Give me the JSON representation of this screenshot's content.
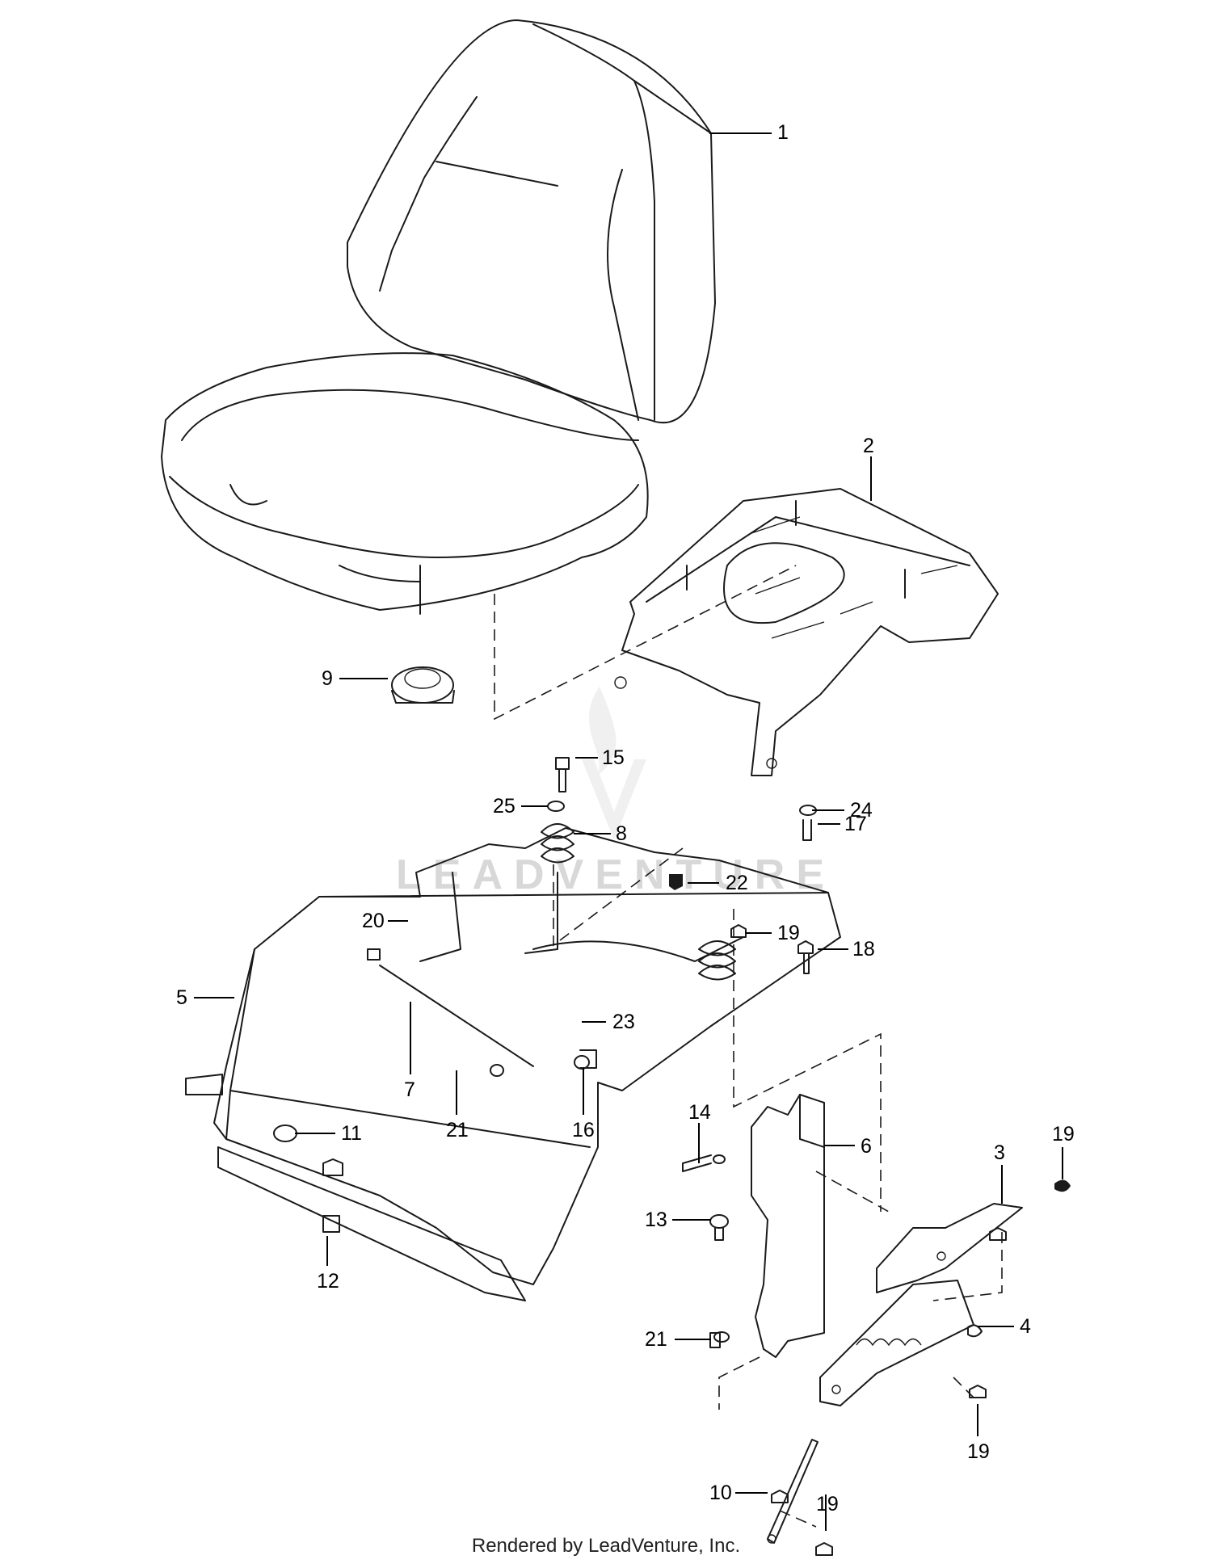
{
  "diagram": {
    "watermark": "LEADVENTURE",
    "footer": "Rendered by LeadVenture, Inc.",
    "callouts": [
      {
        "id": "c1",
        "label": "1"
      },
      {
        "id": "c2",
        "label": "2"
      },
      {
        "id": "c3",
        "label": "3"
      },
      {
        "id": "c4",
        "label": "4"
      },
      {
        "id": "c5",
        "label": "5"
      },
      {
        "id": "c6",
        "label": "6"
      },
      {
        "id": "c7",
        "label": "7"
      },
      {
        "id": "c8",
        "label": "8"
      },
      {
        "id": "c9",
        "label": "9"
      },
      {
        "id": "c10",
        "label": "10"
      },
      {
        "id": "c11",
        "label": "11"
      },
      {
        "id": "c12",
        "label": "12"
      },
      {
        "id": "c13",
        "label": "13"
      },
      {
        "id": "c14",
        "label": "14"
      },
      {
        "id": "c15",
        "label": "15"
      },
      {
        "id": "c16",
        "label": "16"
      },
      {
        "id": "c17",
        "label": "17"
      },
      {
        "id": "c18",
        "label": "18"
      },
      {
        "id": "c19a",
        "label": "19"
      },
      {
        "id": "c19b",
        "label": "19"
      },
      {
        "id": "c19c",
        "label": "19"
      },
      {
        "id": "c19d",
        "label": "19"
      },
      {
        "id": "c20",
        "label": "20"
      },
      {
        "id": "c21a",
        "label": "21"
      },
      {
        "id": "c21b",
        "label": "21"
      },
      {
        "id": "c22",
        "label": "22"
      },
      {
        "id": "c23",
        "label": "23"
      },
      {
        "id": "c24",
        "label": "24"
      },
      {
        "id": "c25",
        "label": "25"
      }
    ]
  }
}
